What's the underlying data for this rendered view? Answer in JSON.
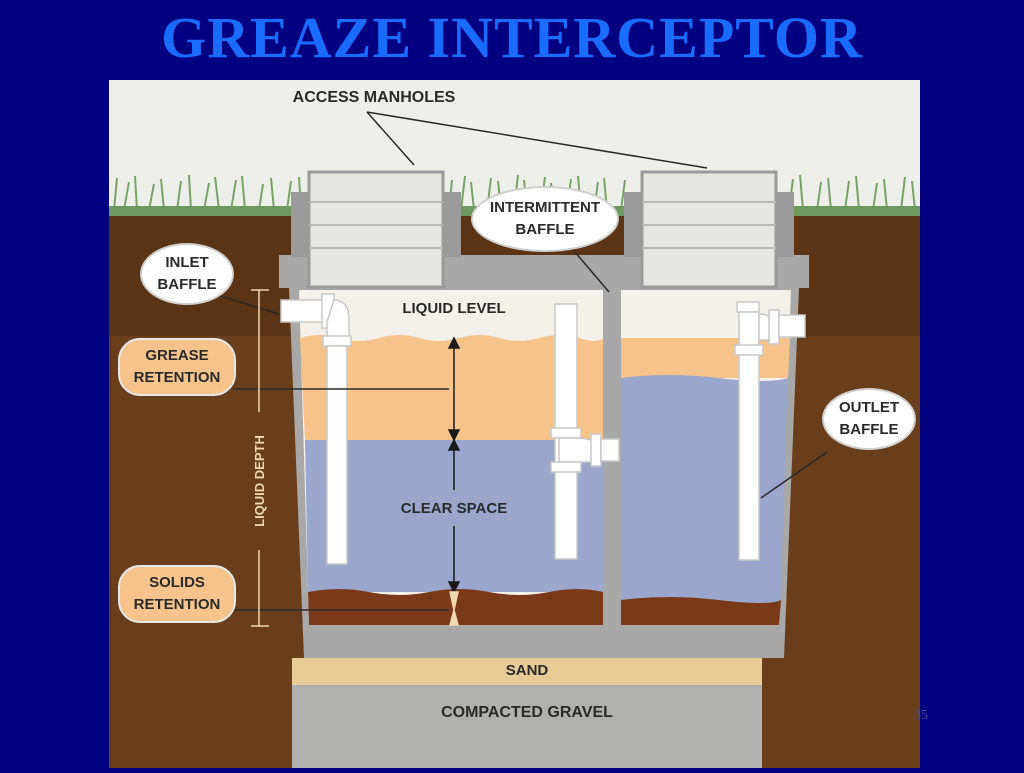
{
  "slide": {
    "title": "GREAZE INTERCEPTOR",
    "page_number": "35"
  },
  "diagram": {
    "labels": {
      "access_manholes": "ACCESS MANHOLES",
      "intermittent_baffle_line1": "INTERMITTENT",
      "intermittent_baffle_line2": "BAFFLE",
      "inlet_baffle_line1": "INLET",
      "inlet_baffle_line2": "BAFFLE",
      "grease_retention_line1": "GREASE",
      "grease_retention_line2": "RETENTION",
      "solids_retention_line1": "SOLIDS",
      "solids_retention_line2": "RETENTION",
      "outlet_baffle_line1": "OUTLET",
      "outlet_baffle_line2": "BAFFLE",
      "liquid_level": "LIQUID LEVEL",
      "clear_space": "CLEAR SPACE",
      "liquid_depth": "LIQUID DEPTH",
      "sand": "SAND",
      "compacted_gravel": "COMPACTED GRAVEL"
    },
    "colors": {
      "slide_background": "#000080",
      "title": "#1a6cff",
      "sky": "#eeeeea",
      "grass": "#6f9960",
      "soil": "#5a3414",
      "concrete": "#a8a8a8",
      "grease": "#f6c48a",
      "water": "#9aa6cc",
      "solids": "#7a3a1a",
      "sand": "#e8cc98",
      "gravel": "#b0b0ae",
      "pipe": "#ffffff"
    }
  }
}
